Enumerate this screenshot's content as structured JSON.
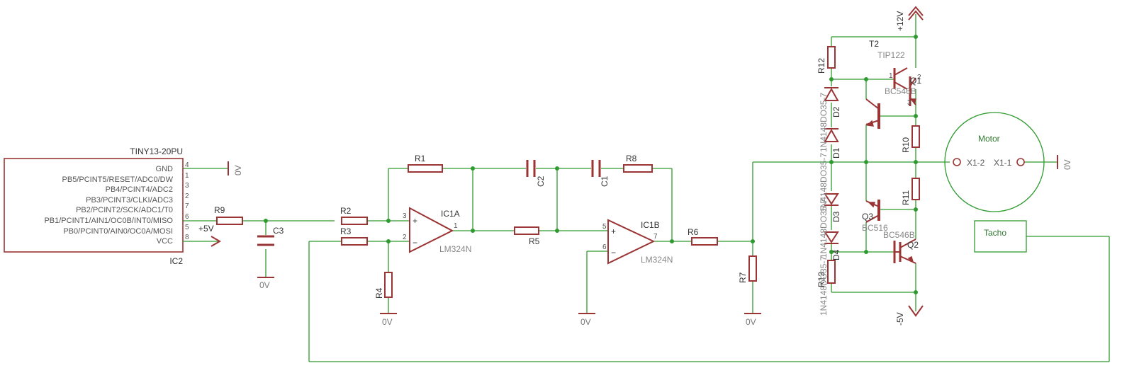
{
  "ic2": {
    "name": "IC2",
    "value": "TINY13-20PU",
    "pins": [
      {
        "signal": "GND",
        "num": "4"
      },
      {
        "signal": "PB5/PCINT5/RESET/ADC0/DW",
        "num": "1"
      },
      {
        "signal": "PB4/PCINT4/ADC2",
        "num": "3"
      },
      {
        "signal": "PB3/PCINT3/CLKI/ADC3",
        "num": "2"
      },
      {
        "signal": "PB2/PCINT2/SCK/ADC1/T0",
        "num": "7"
      },
      {
        "signal": "PB1/PCINT1/AIN1/OC0B/INT0/MISO",
        "num": "6"
      },
      {
        "signal": "PB0/PCINT0/AIN0/OC0A/MOSI",
        "num": "5"
      },
      {
        "signal": "VCC",
        "num": "8"
      }
    ]
  },
  "supplies": {
    "plus5v": "+5V",
    "plus12v": "+12V",
    "minus5v": "-5V",
    "gnd": "0V"
  },
  "ic1a": {
    "name": "IC1A",
    "value": "LM324N",
    "pin_plus": "3",
    "pin_minus": "2",
    "pin_out": "1"
  },
  "ic1b": {
    "name": "IC1B",
    "value": "LM324N",
    "pin_plus": "5",
    "pin_minus": "6",
    "pin_out": "7"
  },
  "resistors": {
    "r1": "R1",
    "r2": "R2",
    "r3": "R3",
    "r4": "R4",
    "r5": "R5",
    "r6": "R6",
    "r7": "R7",
    "r8": "R8",
    "r9": "R9",
    "r10": "R10",
    "r11": "R11",
    "r12": "R12",
    "r13": "R13"
  },
  "capacitors": {
    "c1": "C1",
    "c2": "C2",
    "c3": "C3"
  },
  "diodes": {
    "d1": "D1",
    "d2": "D2",
    "d3": "D3",
    "d4": "D4",
    "d_values": [
      "1N4148DO35-7",
      "1N4148DO35-7",
      "1N4148DO35-7",
      "1N4148DO35-7"
    ]
  },
  "transistors": {
    "t2": {
      "name": "T2",
      "value": "TIP122"
    },
    "q1": {
      "name": "Q1",
      "value": "BC546B",
      "pin1": "1",
      "pin2": "2",
      "pin3": "3"
    },
    "q2": {
      "name": "Q2",
      "value": "BC546B"
    },
    "q3": {
      "name": "Q3",
      "value": "BC516"
    }
  },
  "motor": {
    "label": "Motor",
    "x1_2": "X1-2",
    "x1_1": "X1-1"
  },
  "tacho": {
    "label": "Tacho"
  },
  "colors": {
    "wire": "#2f9a2f",
    "part": "#9b3434"
  }
}
